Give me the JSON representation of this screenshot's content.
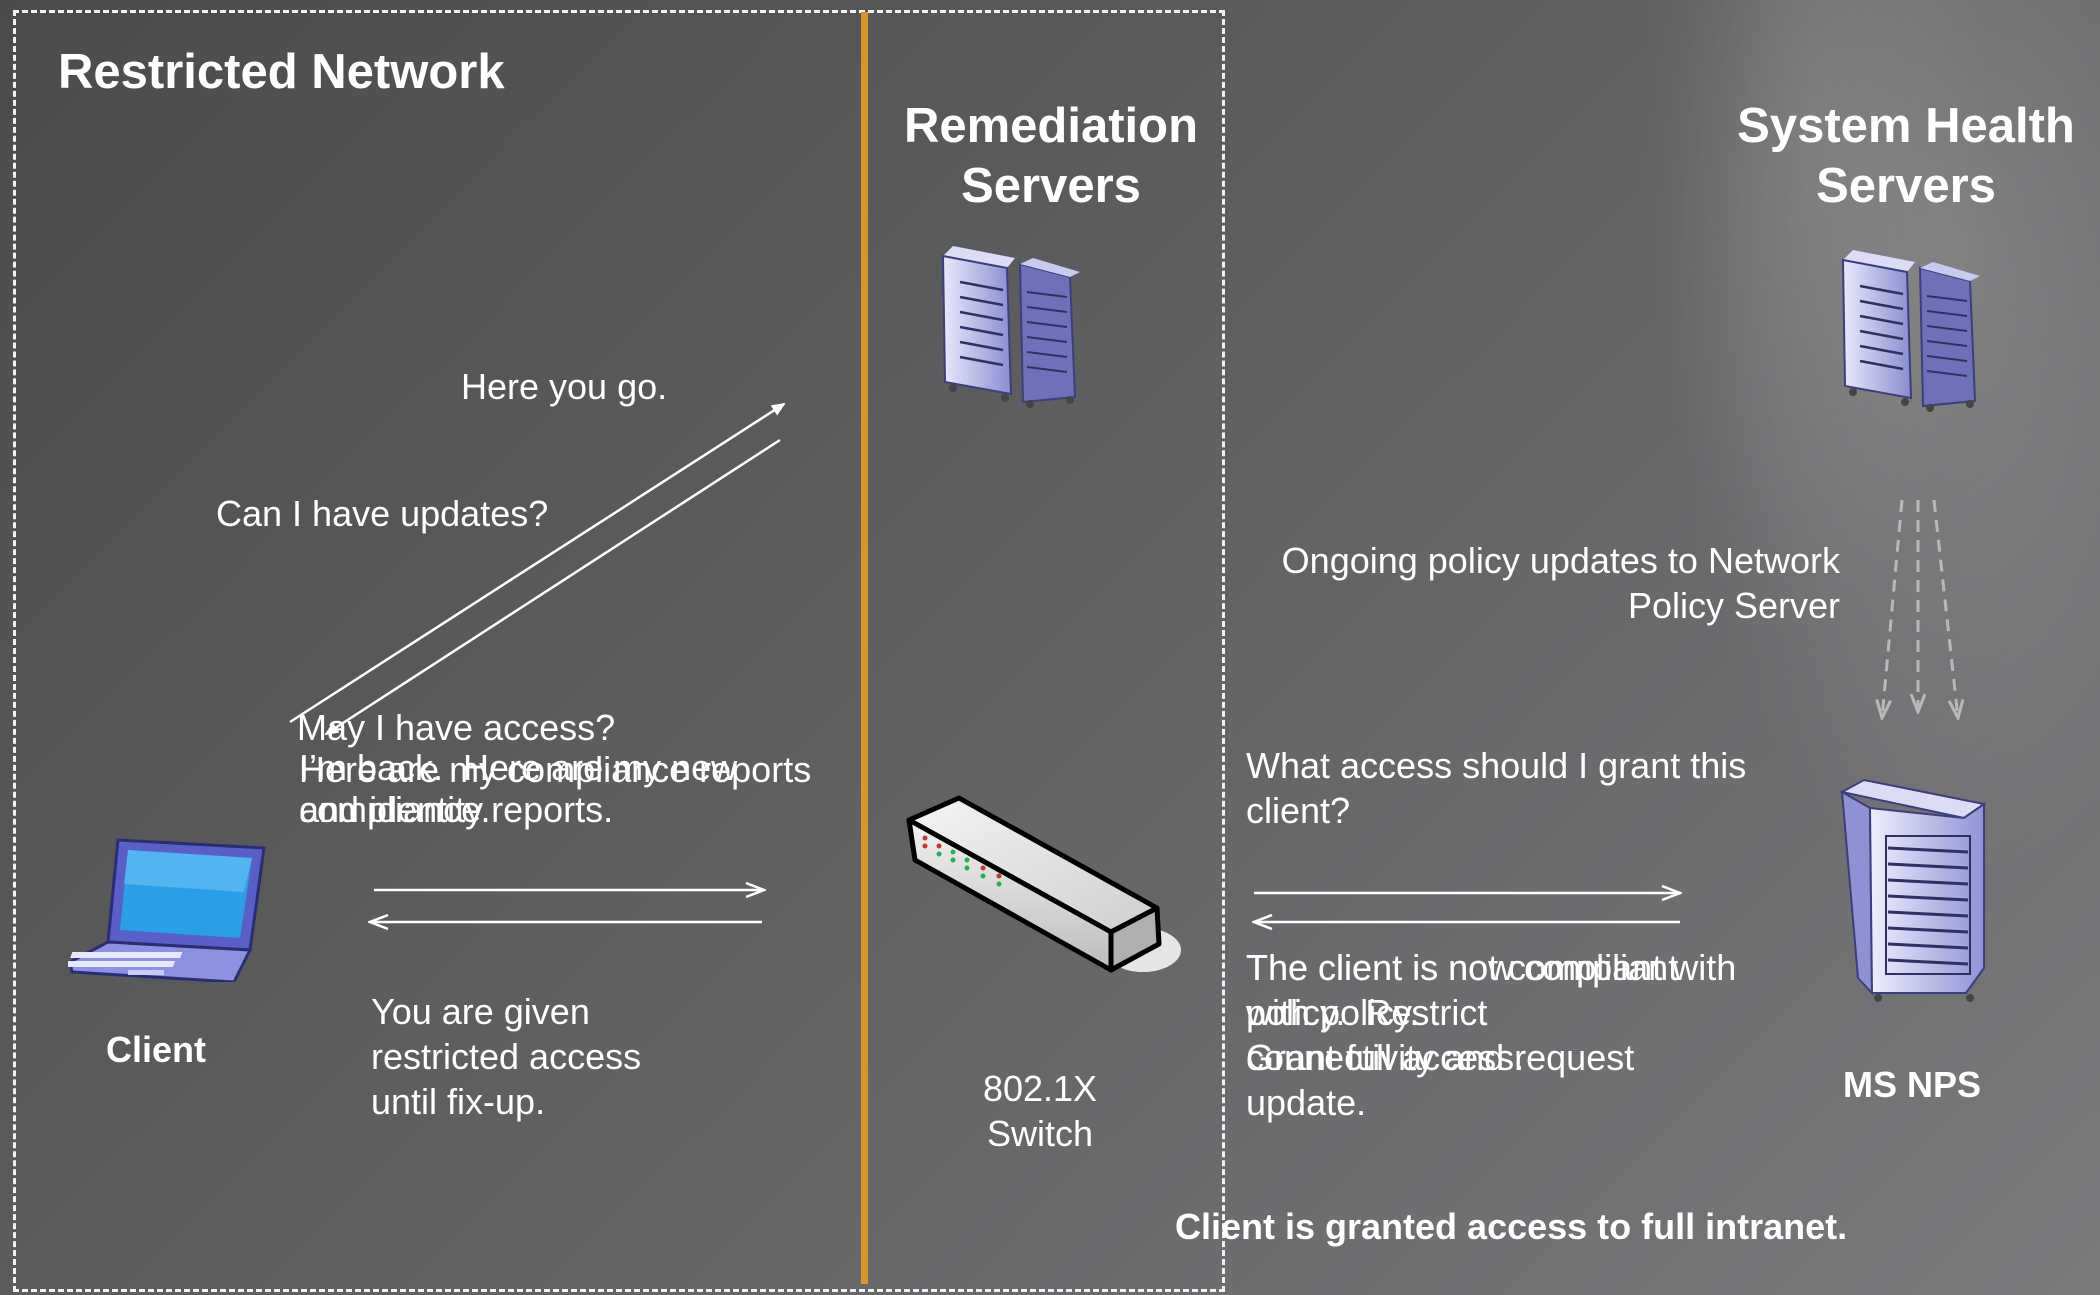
{
  "zones": {
    "restricted": "Restricted Network",
    "remediation": "Remediation\nServers",
    "health": "System Health\nServers"
  },
  "messages": {
    "here_you_go": "Here you go.",
    "can_i_have_updates": "Can I have updates?",
    "may_i_have_access": "May I have access?",
    "compliance_reports": "Here are my compliance reports\nand identity.",
    "im_back": "I’m back.  Here are my new\ncompliance reports.",
    "restricted_access": "You are given\nrestricted access\nuntil fix-up.",
    "ongoing_updates": "Ongoing policy updates to Network\nPolicy Server",
    "what_access": "What access should I grant this\nclient?",
    "not_compliant": "The client is not compliant with\npolicy.  Restrict\nconnectivity and request\nupdate.",
    "now_compliant": "The client is now compliant\nwith policy.\nGrant full access.",
    "full_intranet": "Client is granted access to full intranet."
  },
  "nodes": {
    "client": "Client",
    "switch": "802.1X\nSwitch",
    "nps": "MS NPS"
  },
  "colors": {
    "zone_divider": "#d8952b",
    "boundary": "#f2f2f2",
    "server_accent": "#7c7fc9",
    "laptop_screen": "#2a9fe8"
  }
}
